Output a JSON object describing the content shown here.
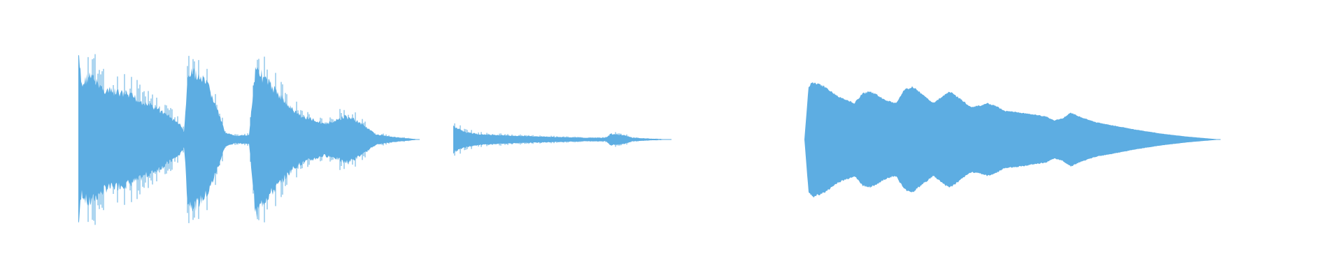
{
  "waveform": {
    "color": "#5dade2",
    "background": "#ffffff",
    "segments": [
      {
        "name": "segment-1",
        "t_start": 0.0,
        "t_end": 1.0,
        "envelope": [
          [
            0.0,
            0.95
          ],
          [
            0.01,
            0.6
          ],
          [
            0.03,
            0.72
          ],
          [
            0.05,
            0.65
          ],
          [
            0.08,
            0.55
          ],
          [
            0.12,
            0.52
          ],
          [
            0.16,
            0.48
          ],
          [
            0.2,
            0.4
          ],
          [
            0.25,
            0.3
          ],
          [
            0.3,
            0.16
          ],
          [
            0.31,
            0.08
          ],
          [
            0.32,
            0.7
          ],
          [
            0.34,
            0.75
          ],
          [
            0.36,
            0.68
          ],
          [
            0.38,
            0.6
          ],
          [
            0.41,
            0.3
          ],
          [
            0.43,
            0.08
          ],
          [
            0.46,
            0.04
          ],
          [
            0.5,
            0.05
          ],
          [
            0.52,
            0.85
          ],
          [
            0.54,
            0.7
          ],
          [
            0.57,
            0.58
          ],
          [
            0.6,
            0.45
          ],
          [
            0.63,
            0.32
          ],
          [
            0.66,
            0.25
          ],
          [
            0.69,
            0.22
          ],
          [
            0.72,
            0.18
          ],
          [
            0.75,
            0.2
          ],
          [
            0.78,
            0.26
          ],
          [
            0.81,
            0.22
          ],
          [
            0.84,
            0.15
          ],
          [
            0.87,
            0.06
          ],
          [
            0.92,
            0.03
          ],
          [
            1.0,
            0.0
          ]
        ]
      },
      {
        "name": "segment-2",
        "t_start": 0.0,
        "t_end": 1.0,
        "envelope": [
          [
            0.0,
            0.15
          ],
          [
            0.02,
            0.12
          ],
          [
            0.06,
            0.08
          ],
          [
            0.12,
            0.06
          ],
          [
            0.2,
            0.05
          ],
          [
            0.3,
            0.04
          ],
          [
            0.45,
            0.03
          ],
          [
            0.6,
            0.02
          ],
          [
            0.7,
            0.02
          ],
          [
            0.72,
            0.06
          ],
          [
            0.78,
            0.05
          ],
          [
            0.82,
            0.02
          ],
          [
            0.9,
            0.01
          ],
          [
            1.0,
            0.0
          ]
        ]
      },
      {
        "name": "segment-3",
        "t_start": 0.0,
        "t_end": 1.0,
        "envelope": [
          [
            0.0,
            0.0
          ],
          [
            0.01,
            0.55
          ],
          [
            0.02,
            0.6
          ],
          [
            0.05,
            0.55
          ],
          [
            0.08,
            0.45
          ],
          [
            0.11,
            0.4
          ],
          [
            0.12,
            0.38
          ],
          [
            0.14,
            0.48
          ],
          [
            0.16,
            0.5
          ],
          [
            0.18,
            0.45
          ],
          [
            0.2,
            0.4
          ],
          [
            0.22,
            0.38
          ],
          [
            0.24,
            0.52
          ],
          [
            0.26,
            0.55
          ],
          [
            0.28,
            0.48
          ],
          [
            0.31,
            0.38
          ],
          [
            0.34,
            0.48
          ],
          [
            0.35,
            0.5
          ],
          [
            0.37,
            0.44
          ],
          [
            0.4,
            0.34
          ],
          [
            0.42,
            0.35
          ],
          [
            0.44,
            0.38
          ],
          [
            0.46,
            0.35
          ],
          [
            0.48,
            0.3
          ],
          [
            0.52,
            0.28
          ],
          [
            0.55,
            0.26
          ],
          [
            0.58,
            0.24
          ],
          [
            0.6,
            0.2
          ],
          [
            0.62,
            0.22
          ],
          [
            0.64,
            0.28
          ],
          [
            0.66,
            0.24
          ],
          [
            0.7,
            0.18
          ],
          [
            0.75,
            0.14
          ],
          [
            0.8,
            0.1
          ],
          [
            0.86,
            0.06
          ],
          [
            0.92,
            0.03
          ],
          [
            1.0,
            0.0
          ]
        ]
      }
    ]
  }
}
